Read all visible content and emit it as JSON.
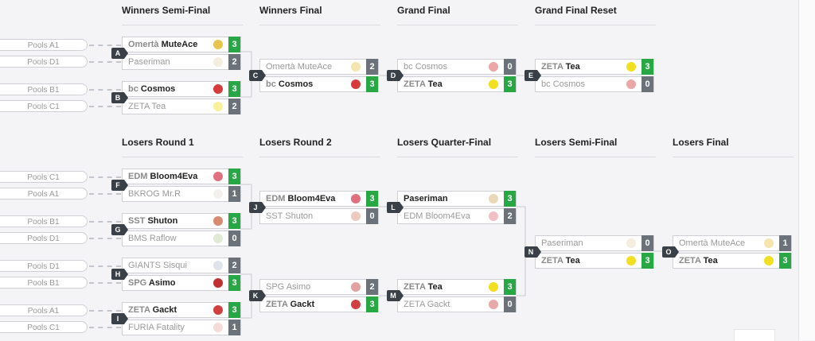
{
  "headers": {
    "winners_semi": "Winners Semi-Final",
    "winners_final": "Winners Final",
    "grand_final": "Grand Final",
    "grand_final_reset": "Grand Final Reset",
    "losers_r1": "Losers Round 1",
    "losers_r2": "Losers Round 2",
    "losers_qf": "Losers Quarter-Final",
    "losers_sf": "Losers Semi-Final",
    "losers_final": "Losers Final"
  },
  "pools": {
    "top": [
      "Pools A1",
      "Pools D1",
      "Pools B1",
      "Pools C1"
    ],
    "bottom": [
      "Pools C1",
      "Pools A1",
      "Pools B1",
      "Pools D1",
      "Pools D1",
      "Pools B1",
      "Pools A1",
      "Pools C1"
    ]
  },
  "matches": {
    "A": {
      "label": "A",
      "p1": {
        "tag": "Omertà",
        "name": "MuteAce",
        "score": "3",
        "win": true
      },
      "p2": {
        "tag": "",
        "name": "Paseriman",
        "score": "2",
        "win": false
      }
    },
    "B": {
      "label": "B",
      "p1": {
        "tag": "bc",
        "name": "Cosmos",
        "score": "3",
        "win": true
      },
      "p2": {
        "tag": "ZETA",
        "name": "Tea",
        "score": "2",
        "win": false
      }
    },
    "C": {
      "label": "C",
      "p1": {
        "tag": "Omertà",
        "name": "MuteAce",
        "score": "2",
        "win": false
      },
      "p2": {
        "tag": "bc",
        "name": "Cosmos",
        "score": "3",
        "win": true
      }
    },
    "D": {
      "label": "D",
      "p1": {
        "tag": "bc",
        "name": "Cosmos",
        "score": "0",
        "win": false
      },
      "p2": {
        "tag": "ZETA",
        "name": "Tea",
        "score": "3",
        "win": true
      }
    },
    "E": {
      "label": "E",
      "p1": {
        "tag": "ZETA",
        "name": "Tea",
        "score": "3",
        "win": true
      },
      "p2": {
        "tag": "bc",
        "name": "Cosmos",
        "score": "0",
        "win": false
      }
    },
    "F": {
      "label": "F",
      "p1": {
        "tag": "EDM",
        "name": "Bloom4Eva",
        "score": "3",
        "win": true
      },
      "p2": {
        "tag": "BKROG",
        "name": "Mr.R",
        "score": "1",
        "win": false
      }
    },
    "G": {
      "label": "G",
      "p1": {
        "tag": "SST",
        "name": "Shuton",
        "score": "3",
        "win": true
      },
      "p2": {
        "tag": "BMS",
        "name": "Raflow",
        "score": "0",
        "win": false
      }
    },
    "H": {
      "label": "H",
      "p1": {
        "tag": "GIANTS",
        "name": "Sisqui",
        "score": "2",
        "win": false
      },
      "p2": {
        "tag": "SPG",
        "name": "Asimo",
        "score": "3",
        "win": true
      }
    },
    "I": {
      "label": "I",
      "p1": {
        "tag": "ZETA",
        "name": "Gackt",
        "score": "3",
        "win": true
      },
      "p2": {
        "tag": "FURIA",
        "name": "Fatality",
        "score": "1",
        "win": false
      }
    },
    "J": {
      "label": "J",
      "p1": {
        "tag": "EDM",
        "name": "Bloom4Eva",
        "score": "3",
        "win": true
      },
      "p2": {
        "tag": "SST",
        "name": "Shuton",
        "score": "0",
        "win": false
      }
    },
    "K": {
      "label": "K",
      "p1": {
        "tag": "SPG",
        "name": "Asimo",
        "score": "2",
        "win": false
      },
      "p2": {
        "tag": "ZETA",
        "name": "Gackt",
        "score": "3",
        "win": true
      }
    },
    "L": {
      "label": "L",
      "p1": {
        "tag": "",
        "name": "Paseriman",
        "score": "3",
        "win": true
      },
      "p2": {
        "tag": "EDM",
        "name": "Bloom4Eva",
        "score": "2",
        "win": false
      }
    },
    "M": {
      "label": "M",
      "p1": {
        "tag": "ZETA",
        "name": "Tea",
        "score": "3",
        "win": true
      },
      "p2": {
        "tag": "ZETA",
        "name": "Gackt",
        "score": "0",
        "win": false
      }
    },
    "N": {
      "label": "N",
      "p1": {
        "tag": "",
        "name": "Paseriman",
        "score": "0",
        "win": false
      },
      "p2": {
        "tag": "ZETA",
        "name": "Tea",
        "score": "3",
        "win": true
      }
    },
    "O": {
      "label": "O",
      "p1": {
        "tag": "Omertà",
        "name": "MuteAce",
        "score": "1",
        "win": false
      },
      "p2": {
        "tag": "ZETA",
        "name": "Tea",
        "score": "3",
        "win": true
      }
    }
  },
  "colors": {
    "win": "#28a745",
    "lose": "#6c727a",
    "label": "#3a4048"
  },
  "icons": {
    "MuteAce": "#e8c44a",
    "Paseriman": "#e9d9b8",
    "Cosmos": "#d63a3a",
    "Tea": "#f0e020",
    "Bloom4Eva": "#e07080",
    "Mr.R": "#e4e0d8",
    "Shuton": "#d88a70",
    "Raflow": "#b8d0a0",
    "Sisqui": "#b8c4d4",
    "Asimo": "#c03030",
    "Gackt": "#d04040",
    "Fatality": "#e8b0a8"
  }
}
